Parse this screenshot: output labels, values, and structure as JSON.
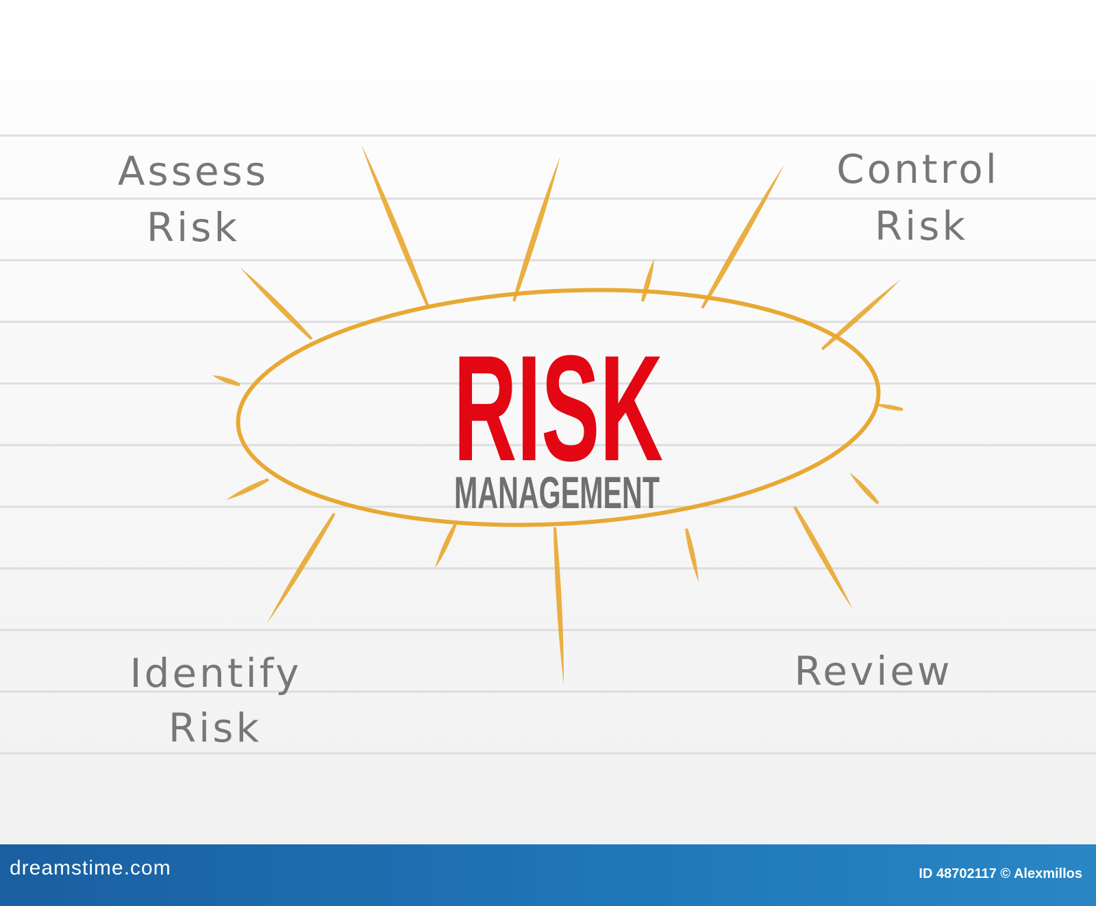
{
  "diagram": {
    "center_title": "RISK",
    "center_subtitle": "MANAGEMENT",
    "labels": {
      "assess": [
        "Assess",
        "Risk"
      ],
      "control": [
        "Control",
        "Risk"
      ],
      "identify": [
        "Identify",
        "Risk"
      ],
      "review": "Review"
    }
  },
  "watermark": {
    "brand": "dreamstime.com",
    "credit": "ID 48702117 © Alexmillos"
  },
  "colors": {
    "accent_red": "#e30613",
    "ray_orange": "#e8a832",
    "label_gray": "#777777",
    "footer_blue": "#1f76b8"
  }
}
